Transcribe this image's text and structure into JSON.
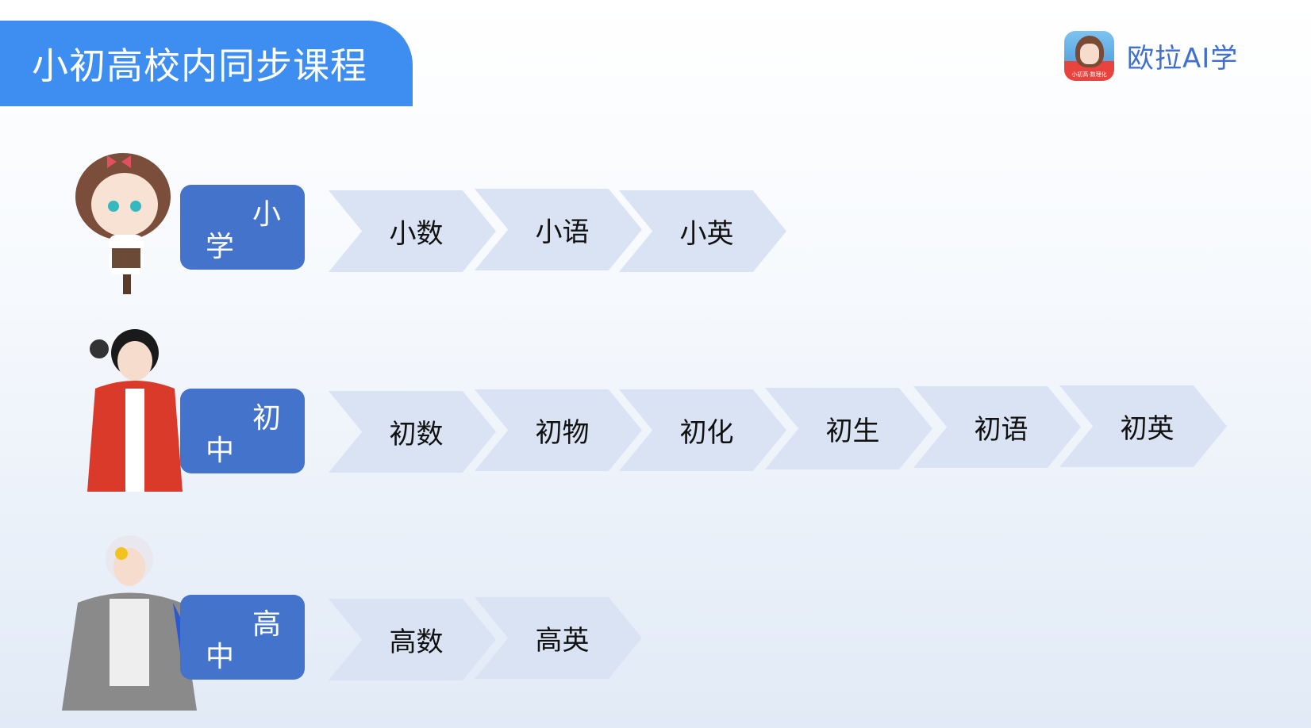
{
  "header": {
    "title": "小初高校内同步课程"
  },
  "brand": {
    "name": "欧拉AI学",
    "icon_caption": "小初高·数理化"
  },
  "levels": [
    {
      "label_chars": [
        "小",
        "学"
      ],
      "courses": [
        "小数",
        "小语",
        "小英"
      ]
    },
    {
      "label_chars": [
        "初",
        "中"
      ],
      "courses": [
        "初数",
        "初物",
        "初化",
        "初生",
        "初语",
        "初英"
      ]
    },
    {
      "label_chars": [
        "高",
        "中"
      ],
      "courses": [
        "高数",
        "高英"
      ]
    }
  ],
  "colors": {
    "banner": "#3d8ef0",
    "label": "#4373cb",
    "chevron": "#d9e3f3",
    "brand_text": "#3f6fcf"
  }
}
